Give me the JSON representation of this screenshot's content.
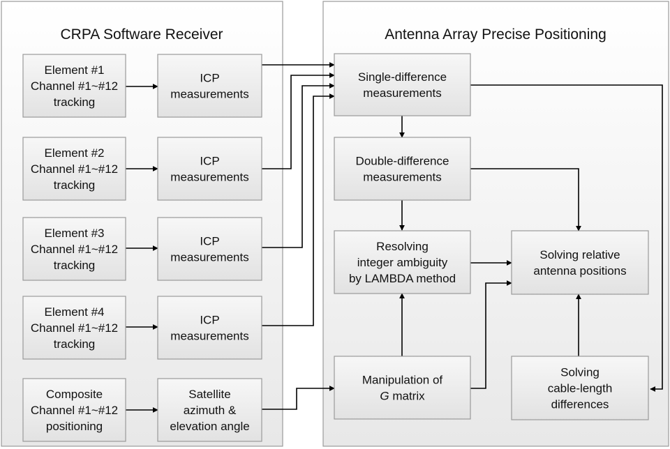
{
  "panels": {
    "left_title": "CRPA Software Receiver",
    "right_title": "Antenna Array Precise Positioning"
  },
  "nodes": {
    "element1": [
      "Element #1",
      "Channel #1~#12",
      "tracking"
    ],
    "element2": [
      "Element #2",
      "Channel #1~#12",
      "tracking"
    ],
    "element3": [
      "Element #3",
      "Channel #1~#12",
      "tracking"
    ],
    "element4": [
      "Element #4",
      "Channel #1~#12",
      "tracking"
    ],
    "composite": [
      "Composite",
      "Channel #1~#12",
      "positioning"
    ],
    "icp1": [
      "ICP",
      "measurements"
    ],
    "icp2": [
      "ICP",
      "measurements"
    ],
    "icp3": [
      "ICP",
      "measurements"
    ],
    "icp4": [
      "ICP",
      "measurements"
    ],
    "satellite": [
      "Satellite",
      "azimuth &",
      "elevation angle"
    ],
    "single_diff": [
      "Single-difference",
      "measurements"
    ],
    "double_diff": [
      "Double-difference",
      "measurements"
    ],
    "resolving": [
      "Resolving",
      "integer ambiguity",
      "by LAMBDA method"
    ],
    "solving_pos": [
      "Solving relative",
      "antenna positions"
    ],
    "manipulation": [
      "Manipulation of",
      "G matrix"
    ],
    "solving_cable": [
      "Solving",
      "cable-length",
      "differences"
    ]
  }
}
